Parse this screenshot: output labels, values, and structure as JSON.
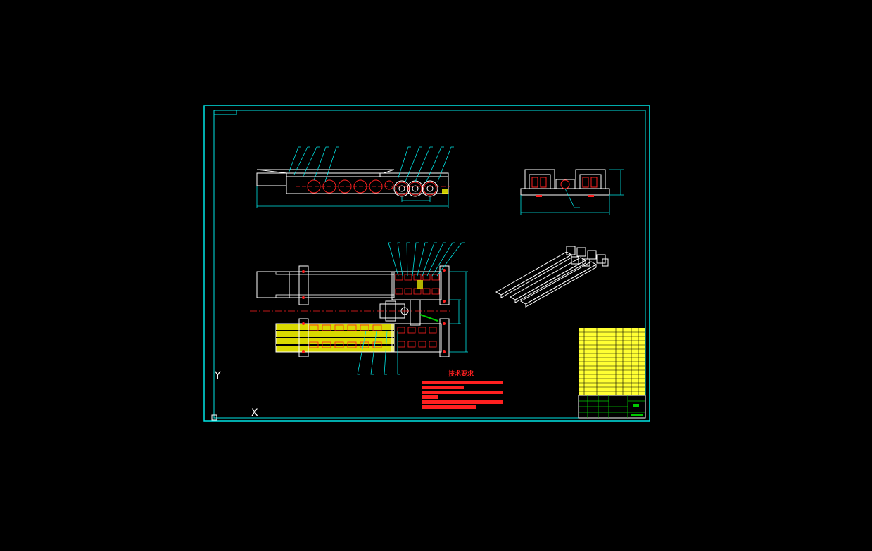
{
  "drawing": {
    "technical_requirements_title": "技术要求",
    "axis_y_label": "Y",
    "axis_x_label": "X",
    "colors": {
      "background": "#000000",
      "frame": "#00e5e5",
      "outline": "#ffffff",
      "hidden_parts": "#ff2020",
      "hatch": "#ffff00",
      "leaders": "#00e5e5",
      "title_block": "#ffff33",
      "title_block_lower": "#00cc00"
    }
  }
}
